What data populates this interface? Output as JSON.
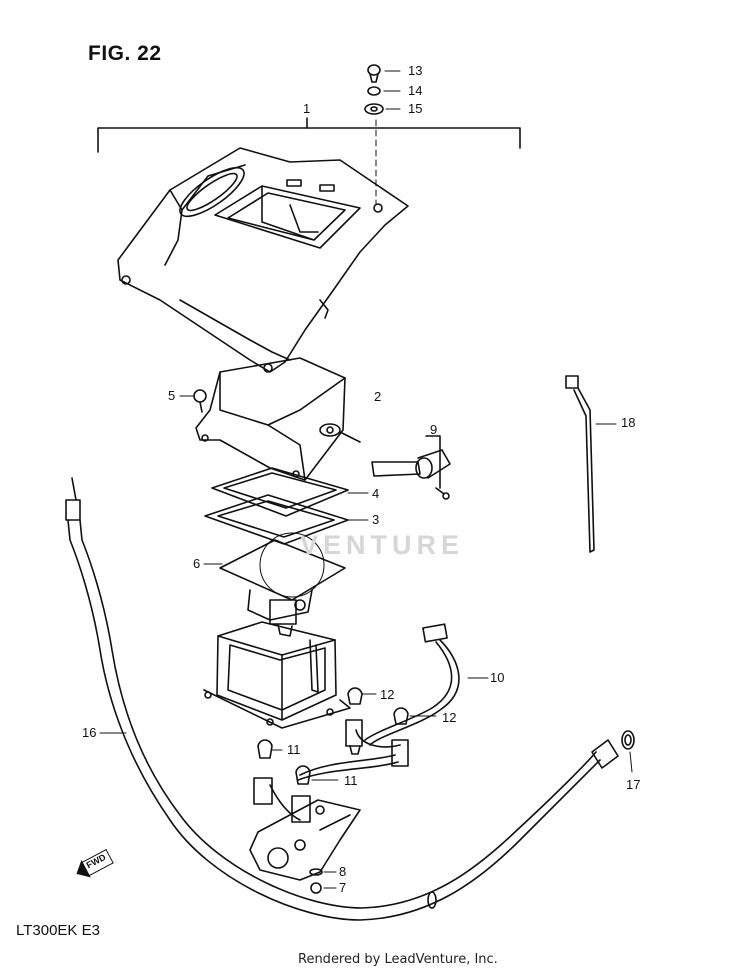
{
  "figure": {
    "title": "FIG. 22",
    "model": "LT300EK  E3",
    "footer": "Rendered by LeadVenture, Inc.",
    "watermark": "VENTURE",
    "forward_label": "FWD"
  },
  "callouts": {
    "c1": "1",
    "c2": "2",
    "c3": "3",
    "c4": "4",
    "c5": "5",
    "c6": "6",
    "c7": "7",
    "c8": "8",
    "c9": "9",
    "c10": "10",
    "c11a": "11",
    "c11b": "11",
    "c12a": "12",
    "c12b": "12",
    "c13": "13",
    "c14": "14",
    "c15": "15",
    "c16": "16",
    "c17": "17",
    "c18": "18"
  }
}
